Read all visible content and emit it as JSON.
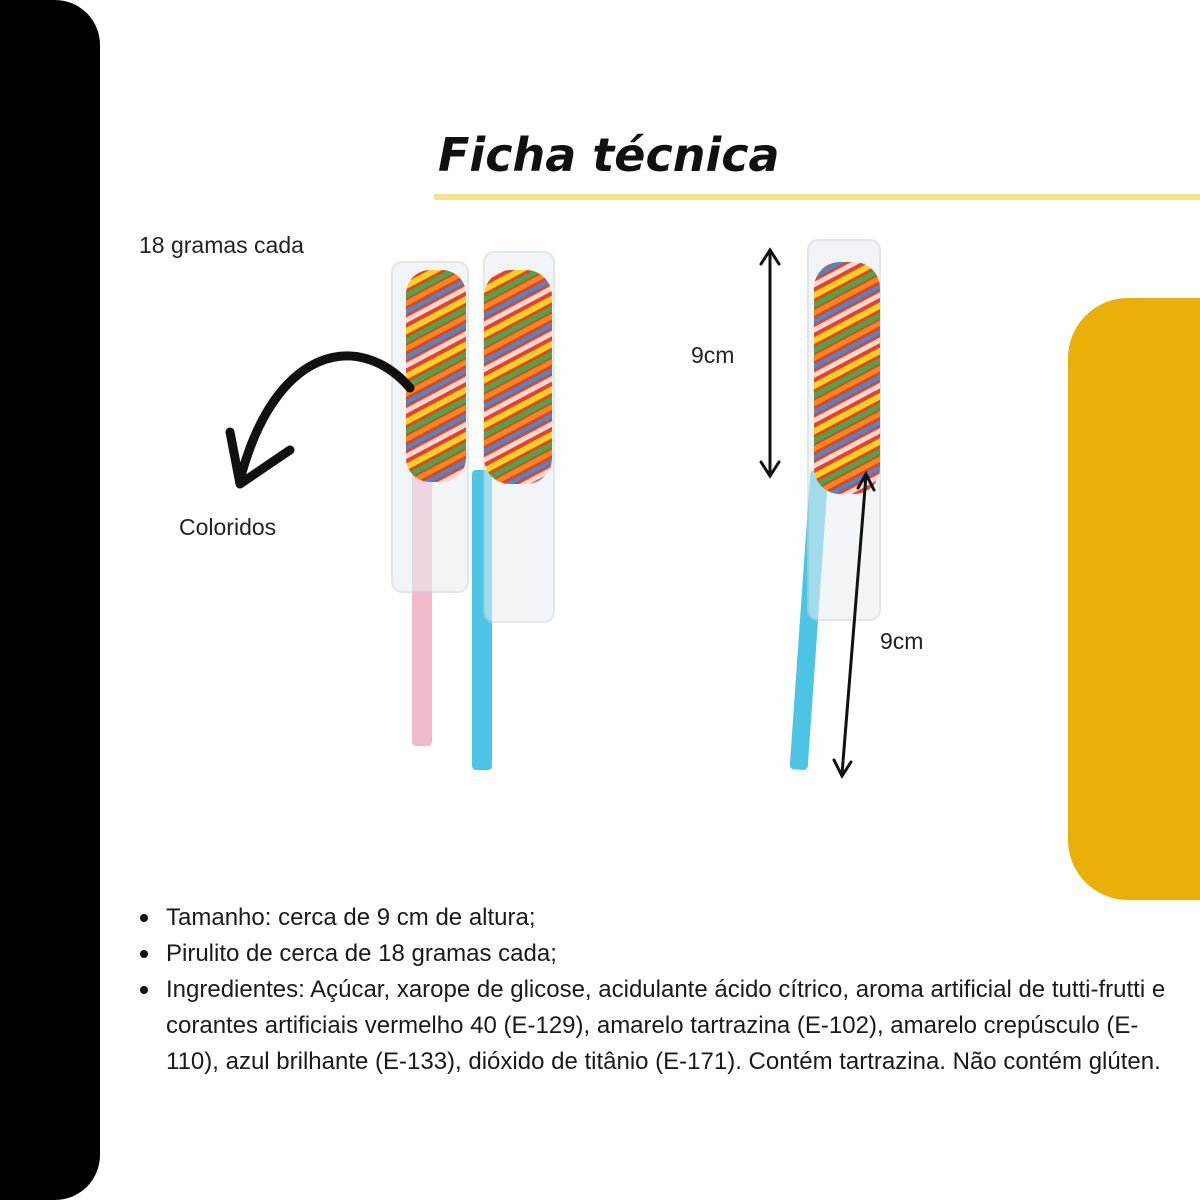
{
  "header": {
    "title": "Ficha técnica"
  },
  "labels": {
    "weight": "18 gramas cada",
    "colors": "Coloridos",
    "height_top": "9cm",
    "height_bottom": "9cm"
  },
  "details": [
    {
      "text": "Tamanho: cerca de 9 cm de altura;"
    },
    {
      "text": "Pirulito de cerca de 18 gramas cada;"
    },
    {
      "text": "Ingredientes: Açúcar, xarope de glicose, acidulante ácido cítrico, aroma artificial de tutti-frutti e corantes artificiais vermelho 40 (E-129), amarelo tartrazina (E-102), amarelo crepúsculo (E-110), azul brilhante (E-133), dióxido de titânio (E-171). Contém tartrazina. Não contém glúten."
    }
  ],
  "colors": {
    "accent_yellow": "#ebb007",
    "underline_yellow": "#f2e38a",
    "side_bar": "#000000"
  }
}
